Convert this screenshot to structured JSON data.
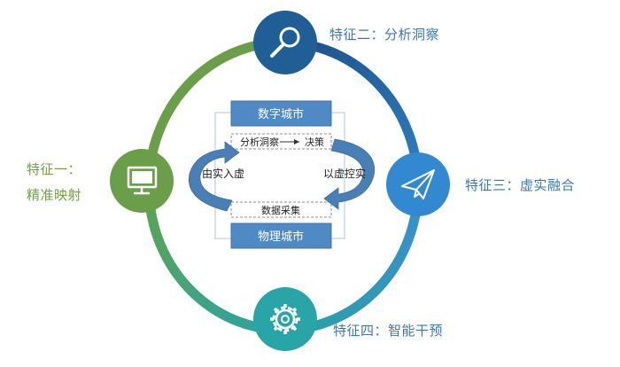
{
  "features": {
    "one_line1": "特征一：",
    "one_line2": "精准映射",
    "two": "特征二：分析洞察",
    "three": "特征三：虚实融合",
    "four": "特征四：智能干预"
  },
  "center": {
    "digital_city": "数字城市",
    "physical_city": "物理城市",
    "analysis": "分析洞察",
    "decision": "决策",
    "data_collection": "数据采集",
    "real_to_virtual": "由实入虚",
    "virtual_to_real": "以虚控实"
  },
  "icons": {
    "one": "monitor-icon",
    "two": "search-icon",
    "three": "paper-plane-icon",
    "four": "gear-icon"
  },
  "colors": {
    "green": "#6a9e48",
    "dark_blue": "#1f5f96",
    "mid_blue": "#2f7fc4",
    "teal": "#2b9fa3",
    "box_blue": "#4e88c2",
    "arrow_blue": "#4a7fb5",
    "label_blue": "#3a78ad",
    "label_green": "#6fa046"
  }
}
